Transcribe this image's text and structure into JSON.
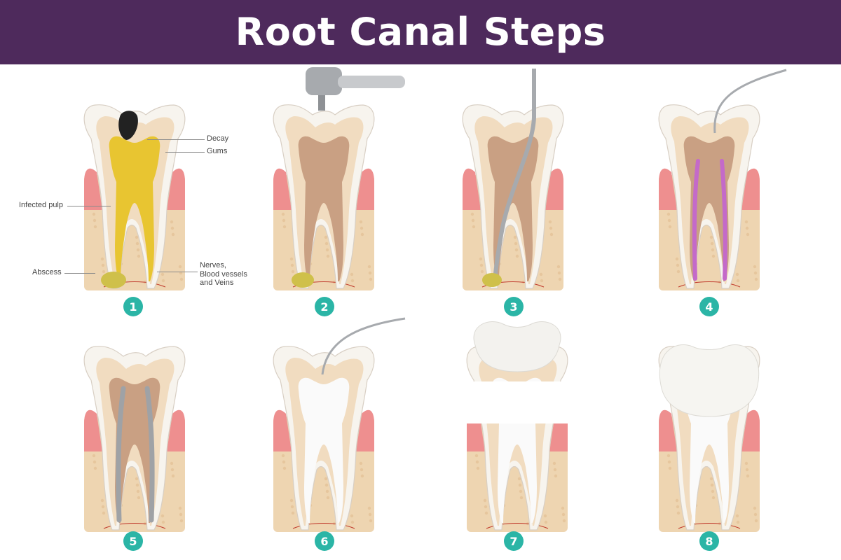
{
  "title": "Root Canal Steps",
  "steps": [
    {
      "number": "1"
    },
    {
      "number": "2"
    },
    {
      "number": "3"
    },
    {
      "number": "4"
    },
    {
      "number": "5"
    },
    {
      "number": "6"
    },
    {
      "number": "7"
    },
    {
      "number": "8"
    }
  ],
  "callouts": {
    "decay": "Decay",
    "gums": "Gums",
    "infected_pulp": "Infected pulp",
    "abscess": "Abscess",
    "nerves_line1": "Nerves,",
    "nerves_line2": "Blood vessels",
    "nerves_line3": "and Veins"
  },
  "colors": {
    "header": "#4e2a5c",
    "badge": "#2bb5a6",
    "enamel": "#f7f4ee",
    "dentin": "#f1dcc0",
    "pulp": "#c9a083",
    "infected": "#e8c531",
    "gum": "#ee8f8f",
    "bone": "#eed5b1",
    "gutta_percha": "#c46ac9",
    "metal": "#a7aaae"
  }
}
